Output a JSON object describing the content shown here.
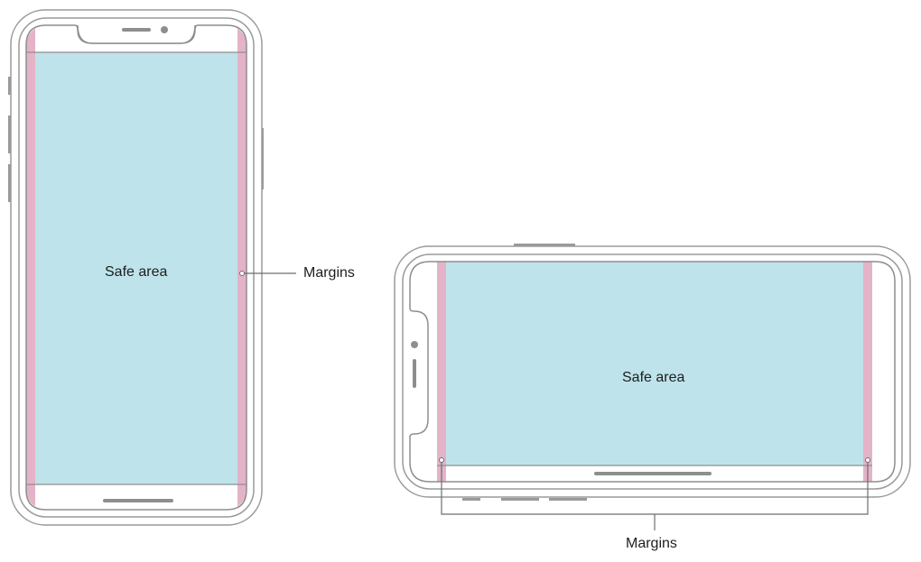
{
  "portrait": {
    "safe_area_label": "Safe area",
    "margins_label": "Margins"
  },
  "landscape": {
    "safe_area_label": "Safe area",
    "margins_label": "Margins"
  },
  "colors": {
    "safe_area": "#bfe3ea",
    "margin": "#e4b3c8",
    "outline": "#8e8e8e",
    "device_frame": "#9a9a9a",
    "text": "#1d1d1f"
  }
}
